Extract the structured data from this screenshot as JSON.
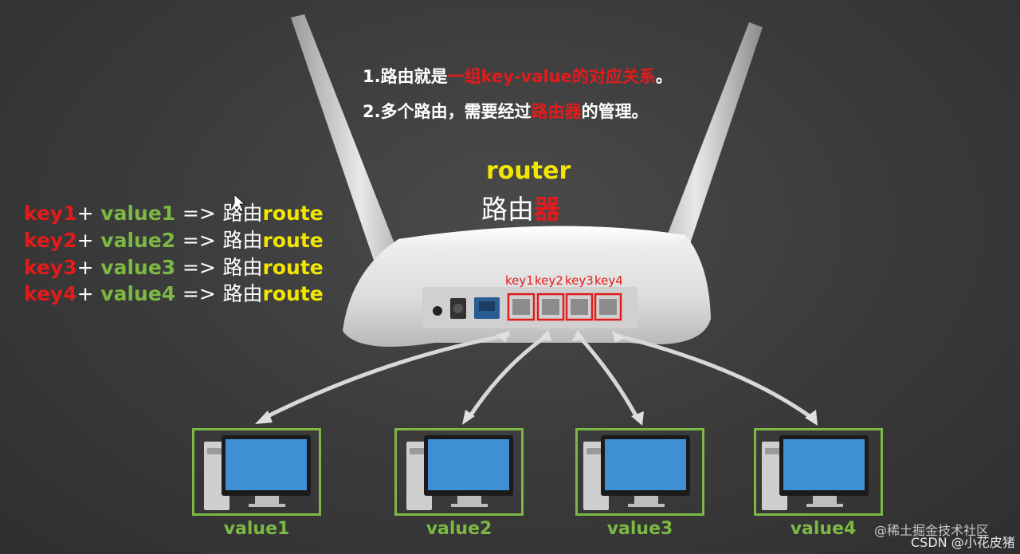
{
  "notes": {
    "line1": {
      "pre": "1.路由就是",
      "highlight": "一组key-value的对应关系",
      "post": "。"
    },
    "line2": {
      "pre": "2.多个路由，需要经过",
      "highlight": "路由器",
      "post": "的管理。"
    }
  },
  "router": {
    "title_en": "router",
    "title_zh_pre": "路由",
    "title_zh_hl": "器"
  },
  "mappings": [
    {
      "key": "key1",
      "plus": "+",
      "value": "value1",
      "arrow": "=>",
      "zh": "路由",
      "route": "route"
    },
    {
      "key": "key2",
      "plus": "+",
      "value": "value2",
      "arrow": "=>",
      "zh": "路由",
      "route": "route"
    },
    {
      "key": "key3",
      "plus": "+",
      "value": "value3",
      "arrow": "=>",
      "zh": "路由",
      "route": "route"
    },
    {
      "key": "key4",
      "plus": "+",
      "value": "value4",
      "arrow": "=>",
      "zh": "路由",
      "route": "route"
    }
  ],
  "ports": [
    "key1",
    "key2",
    "key3",
    "key4"
  ],
  "computers": [
    "value1",
    "value2",
    "value3",
    "value4"
  ],
  "watermark": {
    "line1": "@稀土掘金技术社区",
    "line2": "CSDN @小花皮猪"
  },
  "colors": {
    "red": "#e21b1b",
    "green": "#7cb843",
    "yellow": "#f2e600",
    "white": "#ffffff",
    "background": "#3a3a3a"
  }
}
